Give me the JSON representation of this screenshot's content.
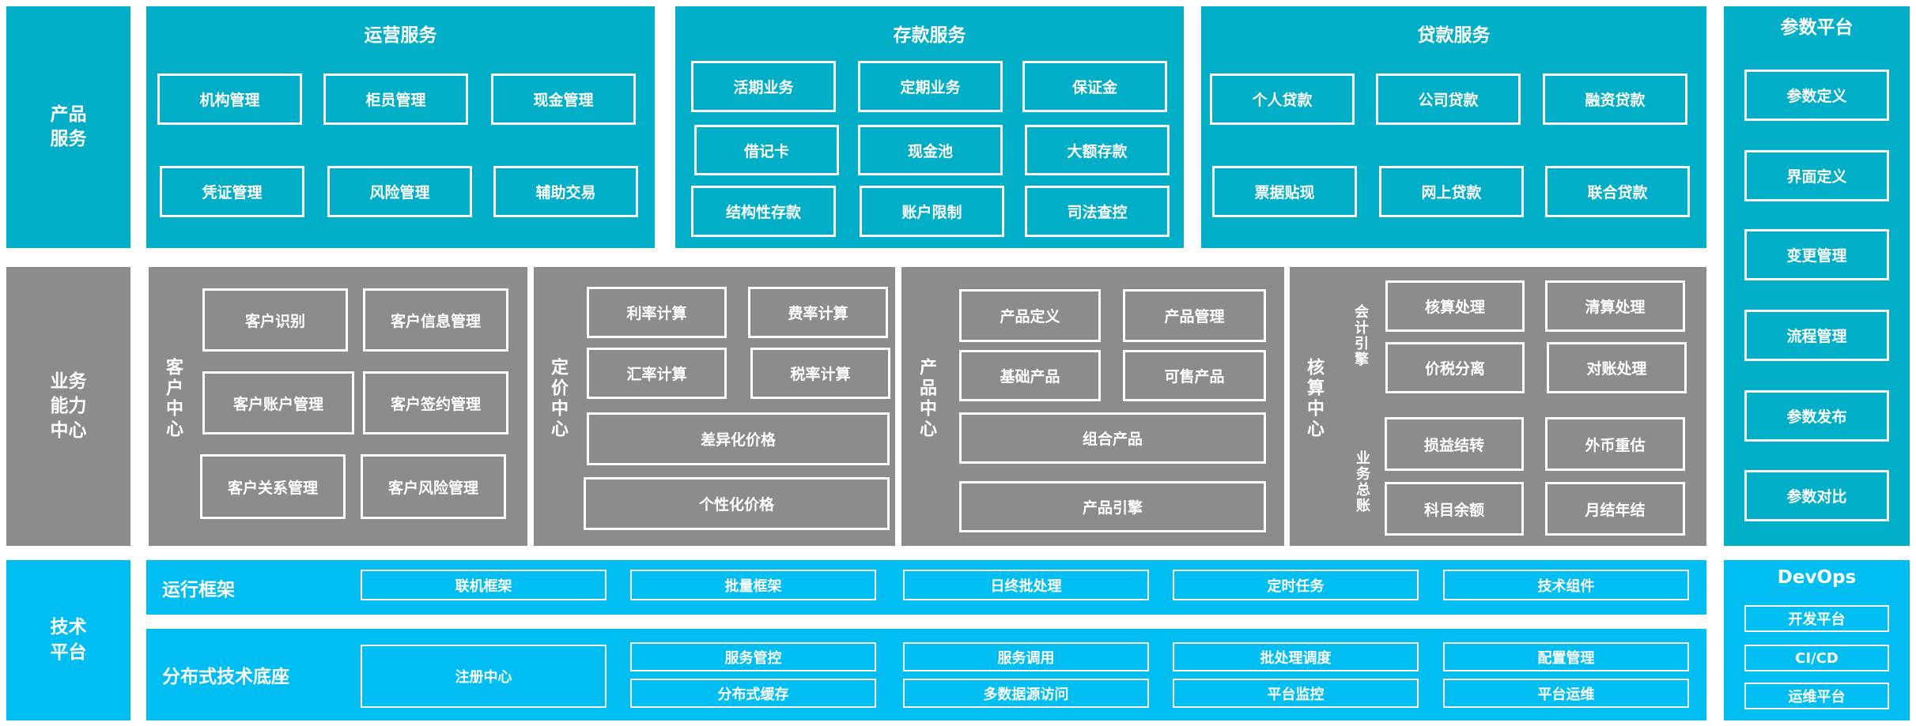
{
  "colors": {
    "product": "#00aec7",
    "capability": "#8c8c8c",
    "tech": "#00bef2"
  },
  "side_labels": {
    "product": "产品\n服务",
    "capability": "业务\n能力\n中心",
    "tech": "技术\n平台"
  },
  "ops": {
    "title": "运营服务",
    "items": [
      "机构管理",
      "柜员管理",
      "现金管理",
      "凭证管理",
      "风险管理",
      "辅助交易"
    ]
  },
  "deposit": {
    "title": "存款服务",
    "items": [
      "活期业务",
      "定期业务",
      "保证金",
      "借记卡",
      "现金池",
      "大额存款",
      "结构性存款",
      "账户限制",
      "司法查控"
    ]
  },
  "loan": {
    "title": "贷款服务",
    "items": [
      "个人贷款",
      "公司贷款",
      "融资贷款",
      "票据贴现",
      "网上贷款",
      "联合贷款"
    ]
  },
  "param": {
    "title": "参数平台",
    "items": [
      "参数定义",
      "界面定义",
      "变更管理",
      "流程管理",
      "参数发布",
      "参数对比"
    ]
  },
  "customer": {
    "title": "客户中心",
    "items": [
      "客户识别",
      "客户信息管理",
      "客户账户管理",
      "客户签约管理",
      "客户关系管理",
      "客户风险管理"
    ]
  },
  "pricing": {
    "title": "定价中心",
    "items": [
      "利率计算",
      "费率计算",
      "汇率计算",
      "税率计算",
      "差异化价格",
      "个性化价格"
    ]
  },
  "productc": {
    "title": "产品中心",
    "items": [
      "产品定义",
      "产品管理",
      "基础产品",
      "可售产品",
      "组合产品",
      "产品引擎"
    ]
  },
  "accounting": {
    "title": "核算中心",
    "sub1": "会计引擎",
    "sub2": "业务总账",
    "items": [
      "核算处理",
      "清算处理",
      "价税分离",
      "对账处理",
      "损益结转",
      "外币重估",
      "科目余额",
      "月结年结"
    ]
  },
  "runtime": {
    "title": "运行框架",
    "items": [
      "联机框架",
      "批量框架",
      "日终批处理",
      "定时任务",
      "技术组件"
    ]
  },
  "distributed": {
    "title": "分布式技术底座",
    "items": [
      "注册中心",
      "服务管控",
      "服务调用",
      "批处理调度",
      "配置管理",
      "分布式缓存",
      "多数据源访问",
      "平台监控",
      "平台运维"
    ]
  },
  "devops": {
    "title": "DevOps",
    "items": [
      "开发平台",
      "CI/CD",
      "运维平台"
    ]
  }
}
